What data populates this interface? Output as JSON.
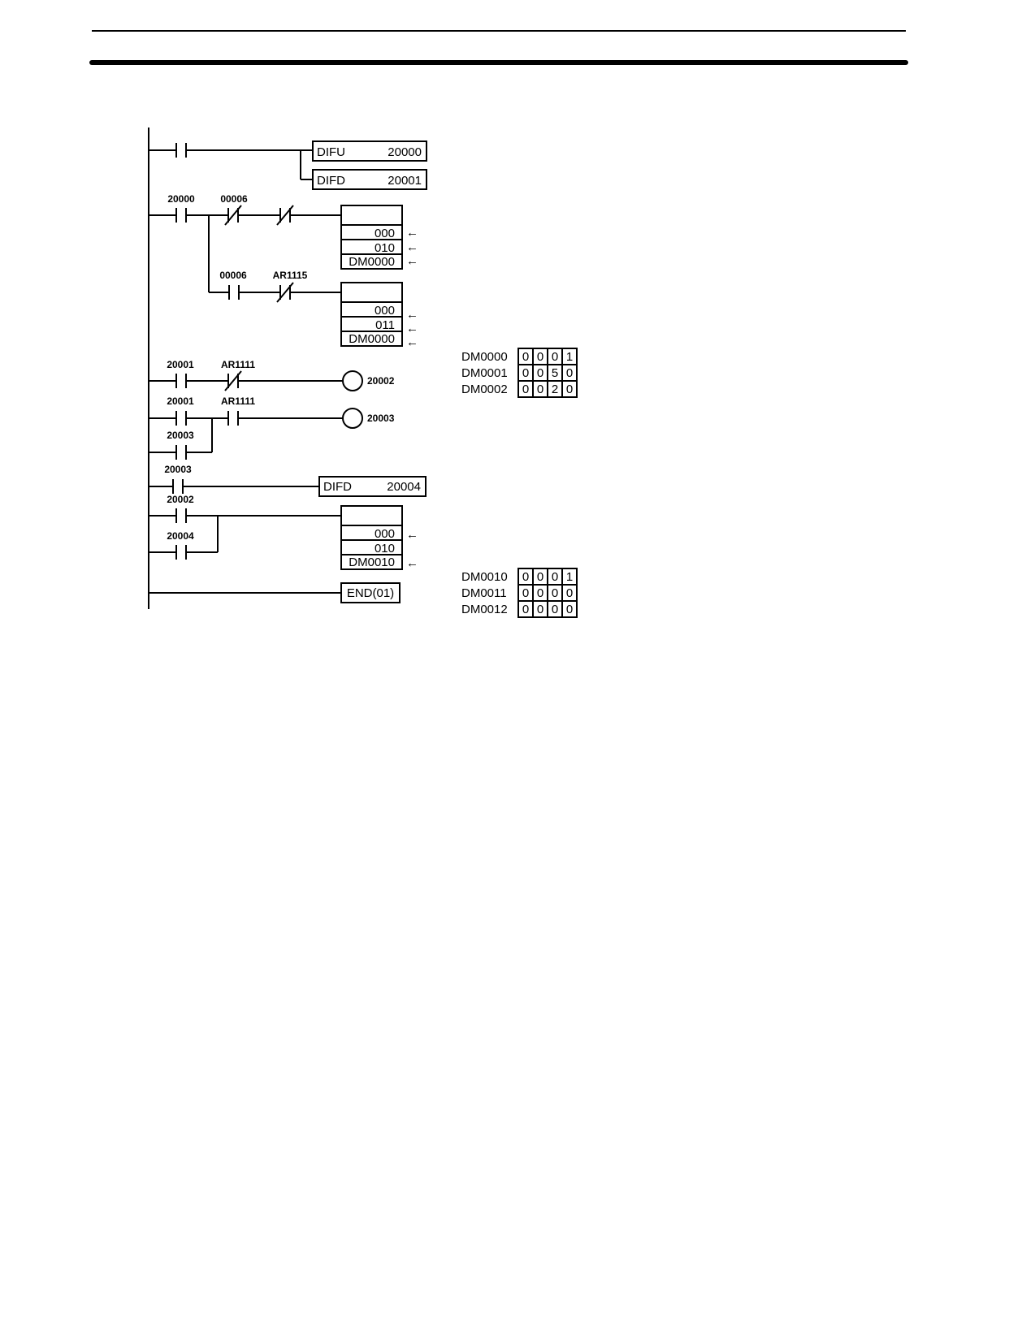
{
  "rung1": {
    "instr1": "DIFU",
    "operand1": "20000",
    "instr2": "DIFD",
    "operand2": "20001"
  },
  "rung2": {
    "c1_label": "20000",
    "c2_label": "00006",
    "c4_label": "00006",
    "c5_label": "AR1115",
    "box1": {
      "r1": "000",
      "r2": "010",
      "r3": "DM0000"
    },
    "box2": {
      "r1": "000",
      "r2": "011",
      "r3": "DM0000"
    }
  },
  "rung3": {
    "c1_label": "20001",
    "c2_label": "AR1111",
    "coil_label": "20002"
  },
  "rung4": {
    "c1_label": "20001",
    "c2_label": "AR1111",
    "c3_label": "20003",
    "coil_label": "20003"
  },
  "rung5": {
    "c1_label": "20003",
    "instr": "DIFD",
    "operand": "20004"
  },
  "rung6": {
    "c1_label": "20002",
    "c2_label": "20004",
    "box": {
      "r1": "000",
      "r2": "010",
      "r3": "DM0010"
    }
  },
  "end_label": "END(01)",
  "arrow": "←",
  "dm_table_1": [
    {
      "name": "DM0000",
      "digits": [
        "0",
        "0",
        "0",
        "1"
      ]
    },
    {
      "name": "DM0001",
      "digits": [
        "0",
        "0",
        "5",
        "0"
      ]
    },
    {
      "name": "DM0002",
      "digits": [
        "0",
        "0",
        "2",
        "0"
      ]
    }
  ],
  "dm_table_2": [
    {
      "name": "DM0010",
      "digits": [
        "0",
        "0",
        "0",
        "1"
      ]
    },
    {
      "name": "DM0011",
      "digits": [
        "0",
        "0",
        "0",
        "0"
      ]
    },
    {
      "name": "DM0012",
      "digits": [
        "0",
        "0",
        "0",
        "0"
      ]
    }
  ]
}
